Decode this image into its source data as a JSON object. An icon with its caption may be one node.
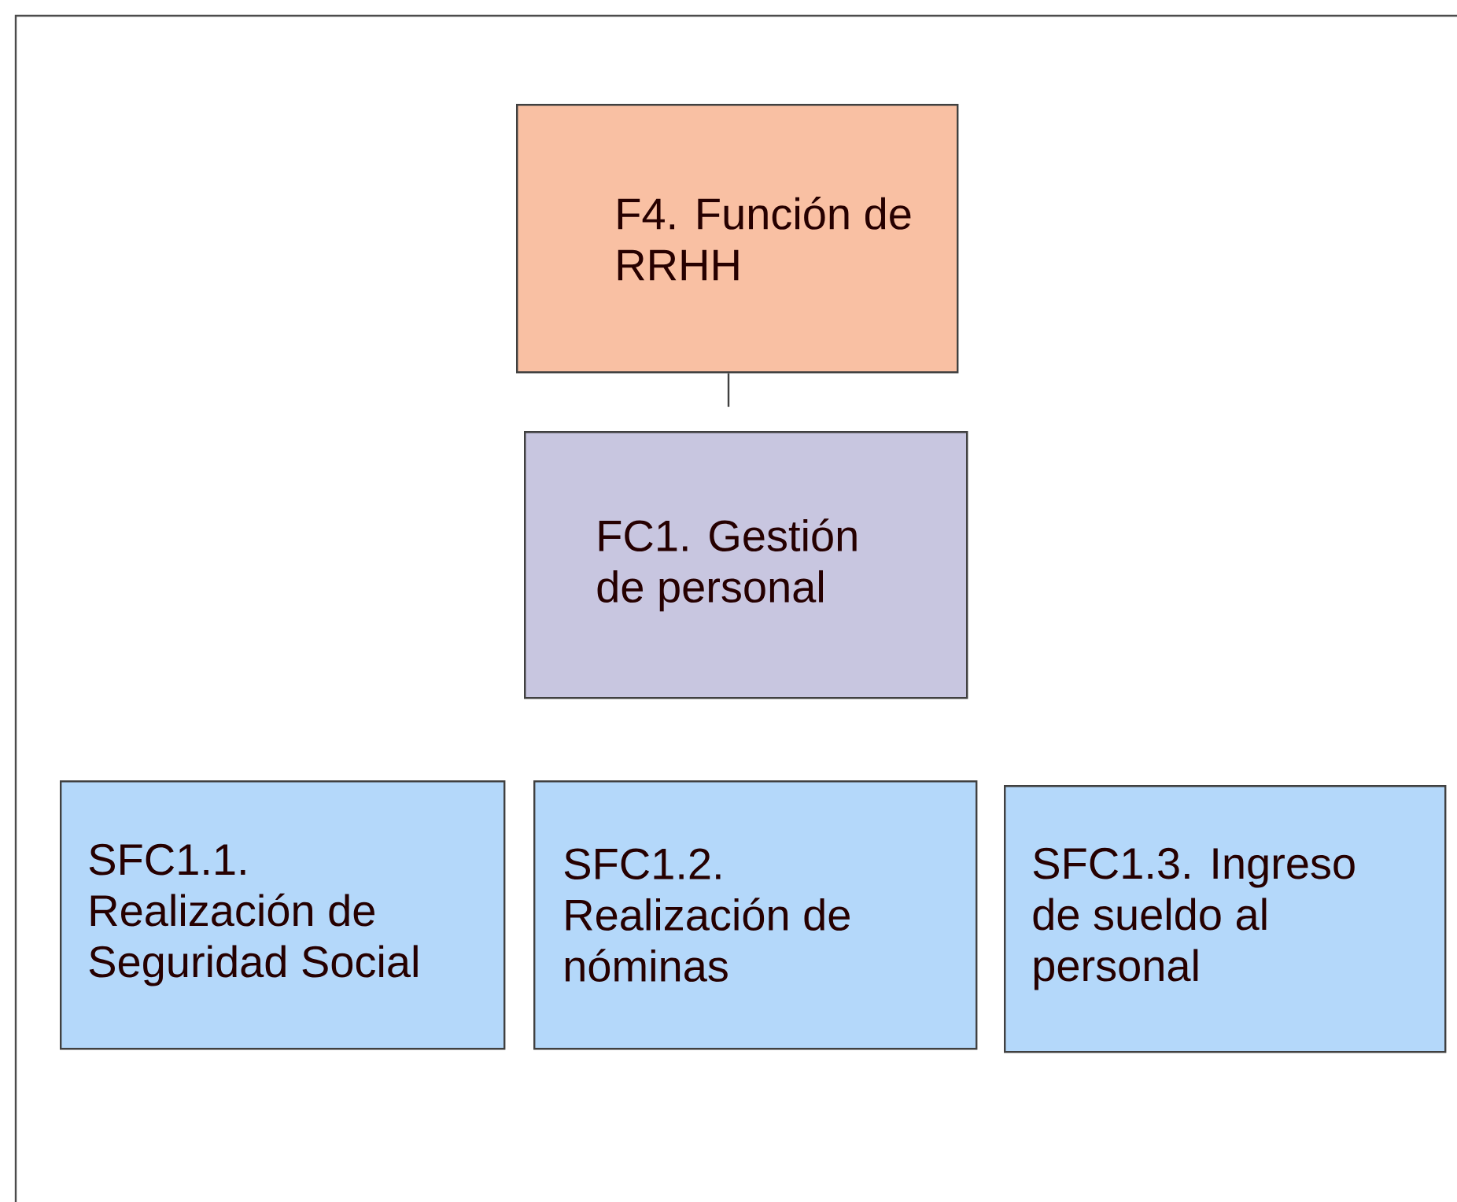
{
  "diagram": {
    "nodes": [
      {
        "text": [
          "F4. Función de RRHH"
        ]
      },
      {
        "text": [
          "FC1. Gestión de personal"
        ]
      },
      {
        "text": [
          "SFC1.1. Realización de Seguridad Social"
        ]
      },
      {
        "text": [
          "SFC1.2. Realización de nóminas"
        ]
      },
      {
        "text": [
          "SFC1.3. Ingreso de sueldo al personal"
        ]
      }
    ],
    "edges": [
      {
        "from": 0,
        "to": 1,
        "arrow": "none"
      }
    ]
  }
}
